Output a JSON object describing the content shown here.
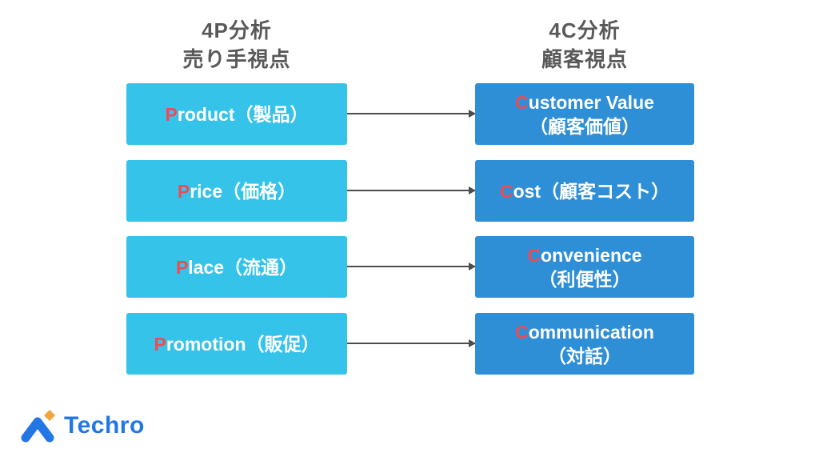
{
  "titles": {
    "left": {
      "line1": "4P分析",
      "line2": "売り手視点"
    },
    "right": {
      "line1": "4C分析",
      "line2": "顧客視点"
    }
  },
  "rows": [
    {
      "left": {
        "lead": "P",
        "rest": "roduct（製品）",
        "line2": ""
      },
      "right": {
        "lead": "C",
        "rest": "ustomer Value",
        "line2": "（顧客価値）"
      }
    },
    {
      "left": {
        "lead": "P",
        "rest": "rice（価格）",
        "line2": ""
      },
      "right": {
        "lead": "C",
        "rest": "ost（顧客コスト）",
        "line2": ""
      }
    },
    {
      "left": {
        "lead": "P",
        "rest": "lace（流通）",
        "line2": ""
      },
      "right": {
        "lead": "C",
        "rest": "onvenience",
        "line2": "（利便性）"
      }
    },
    {
      "left": {
        "lead": "P",
        "rest": "romotion（販促）",
        "line2": ""
      },
      "right": {
        "lead": "C",
        "rest": "ommunication",
        "line2": "（対話）"
      }
    }
  ],
  "logo": {
    "text": "Techro"
  },
  "colors": {
    "box_left_bg": "#36C3EA",
    "box_right_bg": "#2E8ED6",
    "lead_letter": "#EE4B52",
    "title_text": "#595959",
    "arrow": "#4D4D4D",
    "logo_blue": "#2277E4",
    "logo_orange": "#F2A43C",
    "box_text": "#FFFFFF",
    "page_bg": "#FFFFFF"
  }
}
